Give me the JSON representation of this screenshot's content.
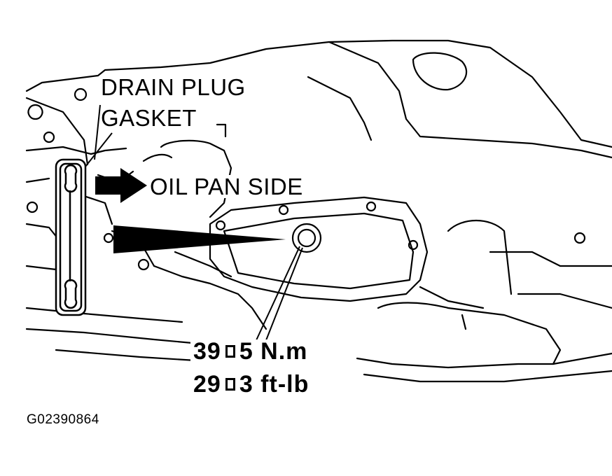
{
  "labels": {
    "drain_plug": "DRAIN PLUG",
    "gasket": "GASKET",
    "oil_pan_side": "OIL PAN SIDE"
  },
  "torque": {
    "metric": {
      "major": "39",
      "minor": "5 N.m"
    },
    "imperial": {
      "major": "29",
      "minor": "3 ft-lb"
    }
  },
  "figure_id": "G02390864",
  "colors": {
    "ink": "#000000",
    "paper": "#ffffff"
  },
  "icons": {
    "torque_separator": "square-glyph"
  }
}
